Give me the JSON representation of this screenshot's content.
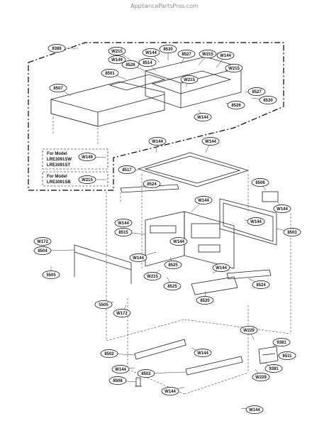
{
  "watermark": "AppliancePartsPros.com",
  "model_notes": [
    {
      "heading": "For Model",
      "models": [
        "LRE3091SW",
        "LRE3091ST"
      ],
      "callout": "W149"
    },
    {
      "heading": "For Model",
      "models": [
        "LRE3091SB"
      ],
      "callout": "W215"
    }
  ],
  "callouts": [
    {
      "id": "c8388",
      "label": "8388"
    },
    {
      "id": "c8530",
      "label": "8530"
    },
    {
      "id": "c8527a",
      "label": "8527"
    },
    {
      "id": "cW215a",
      "label": "W215"
    },
    {
      "id": "cW144a",
      "label": "W144"
    },
    {
      "id": "cW144b",
      "label": "W144"
    },
    {
      "id": "cW215b",
      "label": "W215"
    },
    {
      "id": "cW149",
      "label": "W149"
    },
    {
      "id": "c8526a",
      "label": "8526"
    },
    {
      "id": "c8514",
      "label": "8514"
    },
    {
      "id": "cW215c",
      "label": "W215"
    },
    {
      "id": "c8501",
      "label": "8501"
    },
    {
      "id": "cW215d",
      "label": "W215"
    },
    {
      "id": "c8507",
      "label": "8507"
    },
    {
      "id": "c8527b",
      "label": "8527"
    },
    {
      "id": "c8530b",
      "label": "8530"
    },
    {
      "id": "c8526b",
      "label": "8526"
    },
    {
      "id": "cW144c",
      "label": "W144"
    },
    {
      "id": "cW149b",
      "label": "W149"
    },
    {
      "id": "cW215e",
      "label": "W215"
    },
    {
      "id": "cW144d",
      "label": "W144"
    },
    {
      "id": "cW144e",
      "label": "W144"
    },
    {
      "id": "c8517",
      "label": "8517"
    },
    {
      "id": "c8524a",
      "label": "8524"
    },
    {
      "id": "c8506",
      "label": "8506"
    },
    {
      "id": "cW144f",
      "label": "W144"
    },
    {
      "id": "cW144g",
      "label": "W144"
    },
    {
      "id": "cW144h",
      "label": "W144"
    },
    {
      "id": "c8515",
      "label": "8515"
    },
    {
      "id": "cW144i",
      "label": "W144"
    },
    {
      "id": "c8503",
      "label": "8503"
    },
    {
      "id": "cW172a",
      "label": "W172"
    },
    {
      "id": "c8504",
      "label": "8504"
    },
    {
      "id": "cW144j",
      "label": "W144"
    },
    {
      "id": "cW144k",
      "label": "W144"
    },
    {
      "id": "c8525a",
      "label": "8525"
    },
    {
      "id": "c5505a",
      "label": "5505"
    },
    {
      "id": "cW215f",
      "label": "W215"
    },
    {
      "id": "c8525b",
      "label": "8525"
    },
    {
      "id": "cW144l",
      "label": "W144"
    },
    {
      "id": "c8524b",
      "label": "8524"
    },
    {
      "id": "c5505b",
      "label": "5505"
    },
    {
      "id": "c8520",
      "label": "8520"
    },
    {
      "id": "cW172b",
      "label": "W172"
    },
    {
      "id": "cW229a",
      "label": "W229"
    },
    {
      "id": "c9381a",
      "label": "9381"
    },
    {
      "id": "c8502a",
      "label": "8502"
    },
    {
      "id": "cW144m",
      "label": "W144"
    },
    {
      "id": "c8511",
      "label": "8511"
    },
    {
      "id": "cW144n",
      "label": "W144"
    },
    {
      "id": "c8502b",
      "label": "8502"
    },
    {
      "id": "c9381b",
      "label": "9381"
    },
    {
      "id": "c8508",
      "label": "8508"
    },
    {
      "id": "cW229b",
      "label": "W229"
    },
    {
      "id": "cW144o",
      "label": "W144"
    },
    {
      "id": "cW144p",
      "label": "W144"
    }
  ]
}
